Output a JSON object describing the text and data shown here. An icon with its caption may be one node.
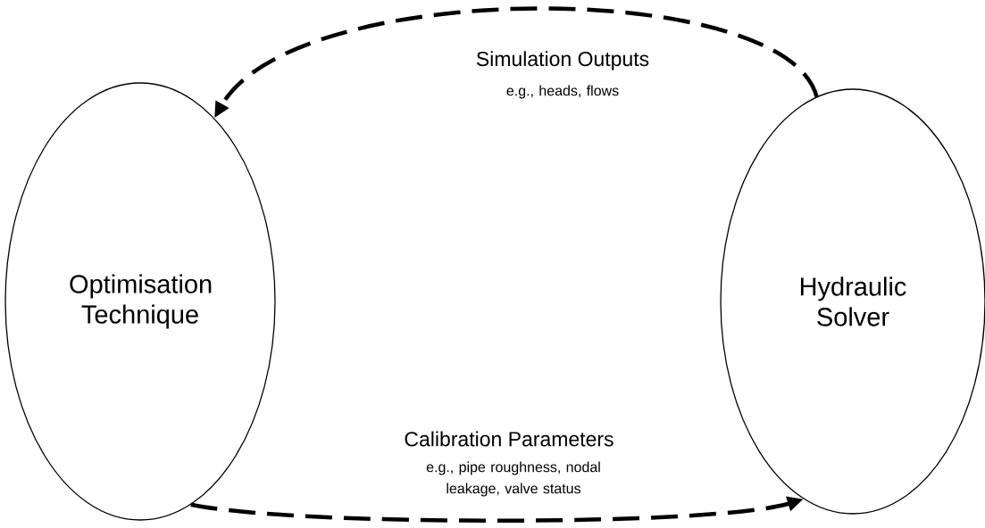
{
  "diagram": {
    "nodes": [
      {
        "text": [
          "Optimisation Technique"
        ]
      },
      {
        "text": [
          "Hydraulic Solver"
        ]
      }
    ],
    "edges": [
      {
        "from": 1,
        "to": 0,
        "arrow": "to",
        "label": "Simulation Outputs",
        "style": "dashed"
      },
      {
        "from": 0,
        "to": 1,
        "arrow": "to",
        "label": "Calibration Parameters",
        "style": "dashed"
      }
    ],
    "labels": [
      "e.g., heads, flows",
      "e.g., pipe roughness, nodal leakage, valve status"
    ]
  }
}
